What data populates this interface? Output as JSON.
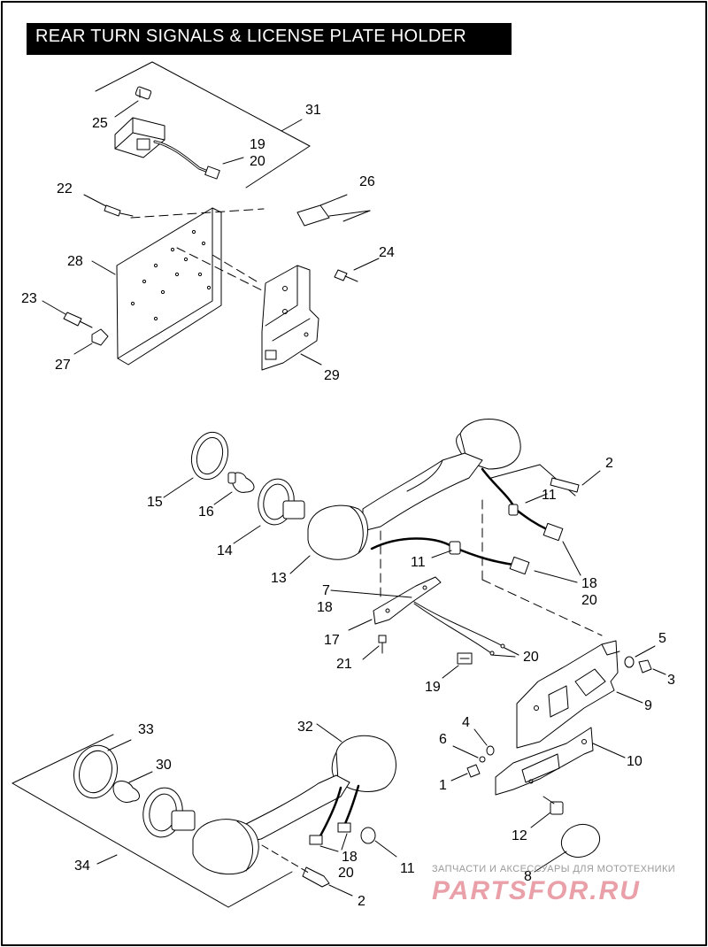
{
  "title": "REAR TURN SIGNALS & LICENSE PLATE HOLDER",
  "callouts": {
    "c31": "31",
    "c25": "25",
    "c19a": "19",
    "c20a": "20",
    "c26": "26",
    "c22": "22",
    "c24": "24",
    "c28": "28",
    "c23": "23",
    "c27": "27",
    "c29": "29",
    "c2a": "2",
    "c11a": "11",
    "c15": "15",
    "c16": "16",
    "c14": "14",
    "c13": "13",
    "c11b": "11",
    "c18a": "18",
    "c20b": "20",
    "c7": "7",
    "c18b": "18",
    "c17": "17",
    "c21": "21",
    "c20c": "20",
    "c19b": "19",
    "c5": "5",
    "c3": "3",
    "c9": "9",
    "c4": "4",
    "c6": "6",
    "c1": "1",
    "c10": "10",
    "c12": "12",
    "c8": "8",
    "c33": "33",
    "c32": "32",
    "c30": "30",
    "c34": "34",
    "c18c": "18",
    "c20d": "20",
    "c11c": "11",
    "c2b": "2"
  },
  "watermark": {
    "line": "ЗАПЧАСТИ И АКСЕССУАРЫ ДЛЯ МОТОТЕХНИКИ",
    "logo": "PARTSFOR.RU"
  }
}
